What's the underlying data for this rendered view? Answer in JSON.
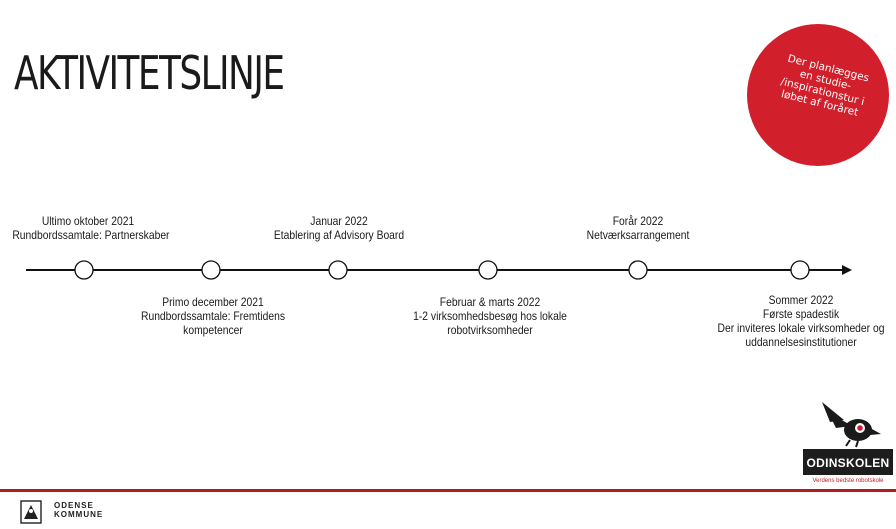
{
  "slide": {
    "title": "AKTIVITETSLINJE",
    "badge_lines": [
      "Der planlægges",
      "en studie-",
      "/inspirationstur i",
      "løbet af foråret"
    ]
  },
  "events_above": [
    {
      "lines": [
        "Ultimo oktober 2021",
        "Rundbordssamtale: Partnerskaber"
      ]
    },
    {
      "lines": [
        "Januar  2022",
        "Etablering af Advisory Board"
      ]
    },
    {
      "lines": [
        "Forår 2022",
        "Netværksarrangement"
      ]
    }
  ],
  "events_below": [
    {
      "lines": [
        "Primo december 2021",
        "Rundbordssamtale: Fremtidens",
        "kompetencer"
      ]
    },
    {
      "lines": [
        "Februar & marts  2022",
        "1-2 virksomhedsbesøg hos lokale",
        "robotvirksomheder"
      ]
    },
    {
      "lines": [
        "Sommer 2022",
        "Første spadestik",
        "Der inviteres lokale virksomheder og",
        "uddannelsesinstitutioner"
      ]
    }
  ],
  "logo": {
    "name": "ODINSKOLEN",
    "tagline": "Verdens bedste robotskole"
  },
  "footer": {
    "org_line1": "ODENSE",
    "org_line2": "KOMMUNE"
  },
  "colors": {
    "accent_red": "#d11f2b",
    "dark": "#1a1a1a"
  }
}
